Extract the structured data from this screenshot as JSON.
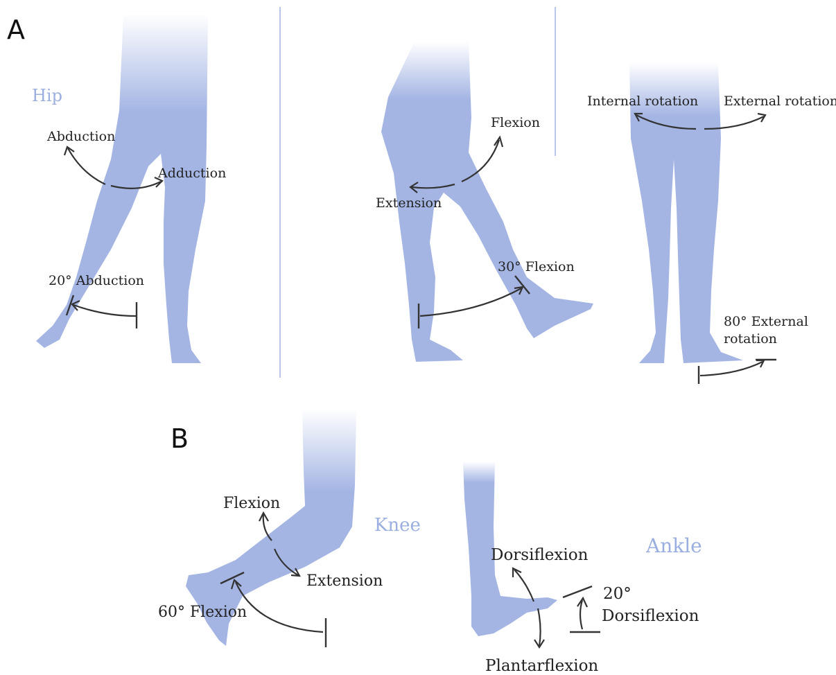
{
  "panel_a": {
    "letter": "A",
    "hip_label": "Hip",
    "abduction": "Abduction",
    "adduction": "Adduction",
    "abduction_20": "20° Abduction",
    "flexion": "Flexion",
    "extension": "Extension",
    "flexion_30": "30° Flexion",
    "internal_rotation": "Internal rotation",
    "external_rotation": "External rotation",
    "external_rotation_80_line1": "80° External",
    "external_rotation_80_line2": "rotation"
  },
  "panel_b": {
    "letter": "B",
    "knee_label": "Knee",
    "knee_flexion": "Flexion",
    "knee_extension": "Extension",
    "knee_flexion_60": "60° Flexion",
    "ankle_label": "Ankle",
    "dorsiflexion": "Dorsiflexion",
    "dorsiflexion_20_line1": "20°",
    "dorsiflexion_20_line2": "Dorsiflexion",
    "plantarflexion": "Plantarflexion"
  },
  "colors": {
    "body_fill": "#a4b5e4",
    "region_label": "#9aaee0",
    "arrow": "#333333",
    "divider": "#b8c6ec"
  }
}
